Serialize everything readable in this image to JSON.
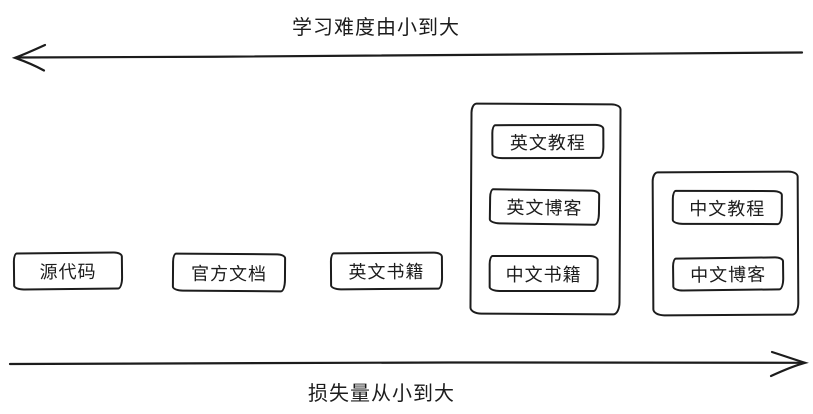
{
  "diagram": {
    "axes": {
      "top": {
        "label": "学习难度由小到大",
        "direction": "left"
      },
      "bottom": {
        "label": "损失量从小到大",
        "direction": "right"
      }
    },
    "boxes": [
      {
        "label": "源代码"
      },
      {
        "label": "官方文档"
      },
      {
        "label": "英文书籍"
      }
    ],
    "groups": [
      {
        "items": [
          {
            "label": "英文教程"
          },
          {
            "label": "英文博客"
          },
          {
            "label": "中文书籍"
          }
        ]
      },
      {
        "items": [
          {
            "label": "中文教程"
          },
          {
            "label": "中文博客"
          }
        ]
      }
    ],
    "colors": {
      "stroke": "#1c1c1c",
      "background": "#ffffff"
    }
  }
}
